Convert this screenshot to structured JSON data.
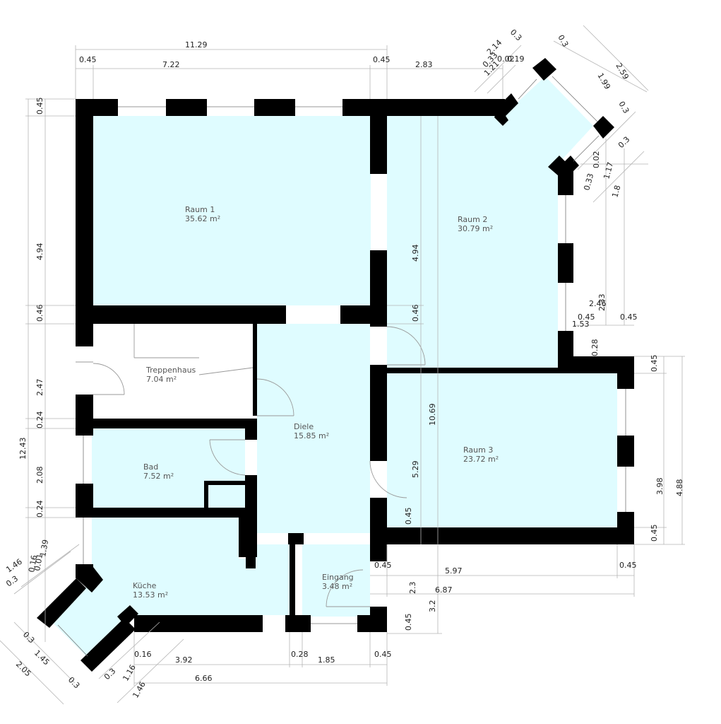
{
  "rooms": [
    {
      "id": "raum1",
      "name": "Raum 1",
      "area": "35.62 m²"
    },
    {
      "id": "raum2",
      "name": "Raum 2",
      "area": "30.79 m²"
    },
    {
      "id": "treppenhaus",
      "name": "Treppenhaus",
      "area": "7.04 m²"
    },
    {
      "id": "diele",
      "name": "Diele",
      "area": "15.85 m²"
    },
    {
      "id": "raum3",
      "name": "Raum 3",
      "area": "23.72 m²"
    },
    {
      "id": "bad",
      "name": "Bad",
      "area": "7.52 m²"
    },
    {
      "id": "kueche",
      "name": "Küche",
      "area": "13.53 m²"
    },
    {
      "id": "eingang",
      "name": "Eingang",
      "area": "3.48 m²"
    }
  ],
  "dimensions": {
    "top_total": "11.29",
    "top_left_wall": "0.45",
    "top_raum1": "7.22",
    "top_mid_wall": "0.45",
    "top_raum2": "2.83",
    "left_top_wall": "0.45",
    "left_raum1": "4.94",
    "left_wall2": "0.46",
    "left_treppenhaus": "2.47",
    "left_wall3": "0.24",
    "left_bad": "2.08",
    "left_wall4": "0.24",
    "left_total": "12.43",
    "mid_raum2": "4.94",
    "mid_wall": "0.46",
    "mid_total": "10.69",
    "mid_raum3": "5.29",
    "mid_bottom_wall": "0.45",
    "raum3_height": "3.98",
    "raum3_outer": "4.88",
    "raum3_top_wall": "0.45",
    "raum3_bottom_wall": "0.45",
    "bottom_raum3_width": "5.97",
    "bottom_raum3_wall_l": "0.45",
    "bottom_raum3_wall_r": "0.45",
    "bottom_span": "6.87",
    "bottom_23": "2.3",
    "bottom_32": "3.2",
    "bottom_eingang_wall": "0.45",
    "bottom_kueche": "3.92",
    "bottom_028": "0.28",
    "bottom_eingang": "1.85",
    "bottom_right_wall": "0.45",
    "bottom_total": "6.66",
    "bay_top_214": "2.14",
    "bay_top_03a": "0.3",
    "bay_top_033": "0.33",
    "bay_top_121": "1.21",
    "bay_top_002": "0.02",
    "bay_top_019": "0.19",
    "bay_top_03b": "0.3",
    "bay_top_259": "2.59",
    "bay_top_199": "1.99",
    "bay_top_03c": "0.3",
    "bay_top_03d": "0.3",
    "bay_r_002": "0.02",
    "bay_r_117": "1.17",
    "bay_r_033": "0.33",
    "bay_r_18": "1.8",
    "notch_246": "2.46",
    "notch_233": "2.33",
    "notch_045a": "0.45",
    "notch_153": "1.53",
    "notch_045b": "0.45",
    "notch_028": "0.28",
    "bay_l_146a": "1.46",
    "bay_l_03a": "0.3",
    "bay_l_016": "0.16",
    "bay_l_001": "0.01",
    "bay_l_139": "1.39",
    "bay_l_03b": "0.3",
    "bay_l_145": "1.45",
    "bay_l_205": "2.05",
    "bay_l_03c": "0.3",
    "bay_l_03d": "0.3",
    "bay_l_016b": "0.16",
    "bay_l_116": "1.16",
    "bay_l_146b": "1.46"
  }
}
